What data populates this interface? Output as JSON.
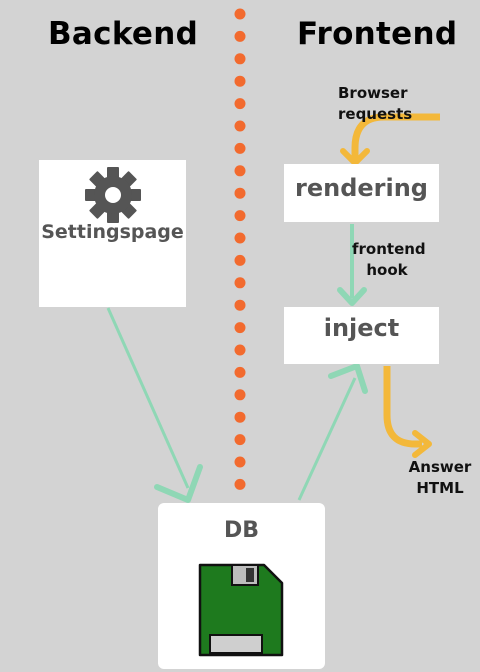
{
  "headings": {
    "backend": "Backend",
    "frontend": "Frontend"
  },
  "nodes": {
    "settings": "Settingspage",
    "rendering": "rendering",
    "inject": "inject",
    "db": "DB"
  },
  "notes": {
    "browser_requests": "Browser requests",
    "frontend_hook_line1": "frontend",
    "frontend_hook_line2": "hook",
    "answer_line1": "Answer",
    "answer_line2": "HTML"
  },
  "colors": {
    "background": "#d3d3d3",
    "divider_dots": "#f26a2e",
    "flow_arrow_green": "#8fd7b5",
    "request_arrow_yellow": "#f3b83a",
    "floppy_green": "#1e7a1e",
    "gear_gray": "#555555"
  },
  "icons": {
    "settings_icon": "gear-icon",
    "db_icon": "floppy-disk-icon"
  }
}
